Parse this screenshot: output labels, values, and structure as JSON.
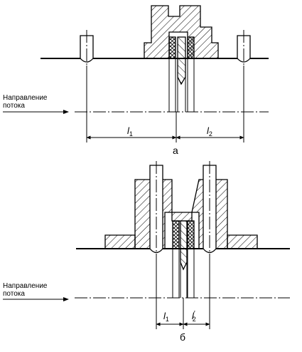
{
  "diagram_a": {
    "flow_label_line1": "Направление",
    "flow_label_line2": "потока",
    "dim_left": "l",
    "dim_left_sub": "1",
    "dim_right": "l",
    "dim_right_sub": "2",
    "caption": "а"
  },
  "diagram_b": {
    "flow_label_line1": "Направление",
    "flow_label_line2": "потока",
    "dim_left": "l",
    "dim_left_sub": "1",
    "dim_right": "l",
    "dim_right_prime": "′",
    "dim_right_sub": "2",
    "caption": "б"
  }
}
